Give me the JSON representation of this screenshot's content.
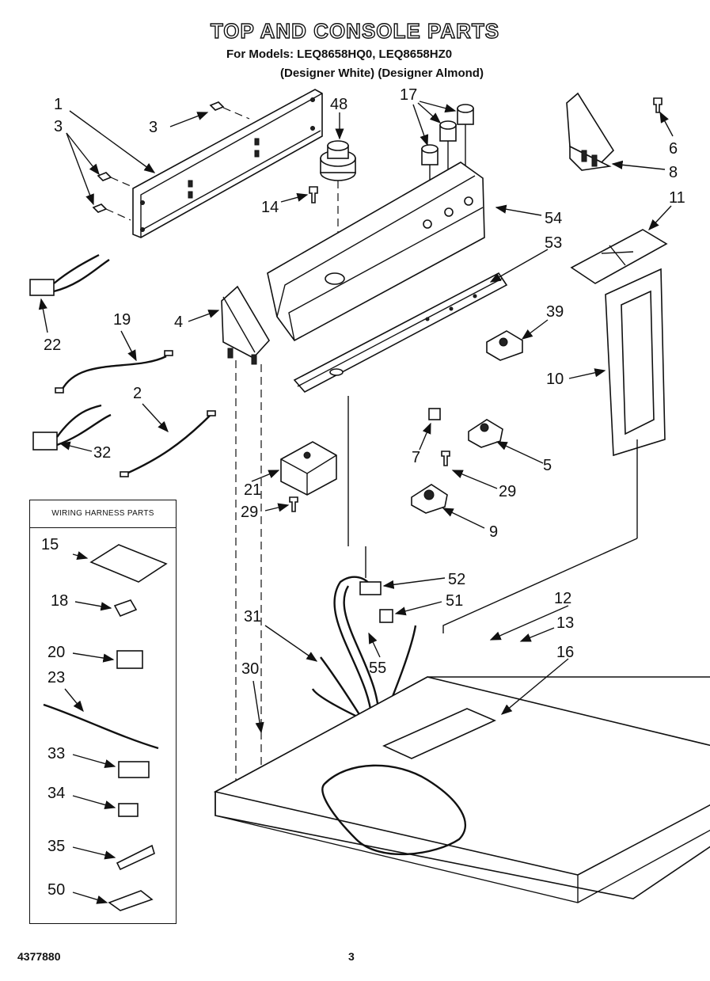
{
  "page": {
    "title": "TOP AND CONSOLE PARTS",
    "models_line": "For Models: LEQ8658HQ0, LEQ8658HZ0",
    "variants_line": "(Designer White) (Designer Almond)",
    "doc_number": "4377880",
    "page_number": "3"
  },
  "harness_box": {
    "title": "WIRING HARNESS PARTS",
    "items": [
      "15",
      "18",
      "20",
      "23",
      "33",
      "34",
      "35",
      "50"
    ]
  },
  "callouts": {
    "c1": "1",
    "c3a": "3",
    "c3b": "3",
    "c48": "48",
    "c17": "17",
    "c6": "6",
    "c8": "8",
    "c11": "11",
    "c14": "14",
    "c54": "54",
    "c53": "53",
    "c22": "22",
    "c4": "4",
    "c39": "39",
    "c19": "19",
    "c10": "10",
    "c2": "2",
    "c32": "32",
    "c7": "7",
    "c5": "5",
    "c21": "21",
    "c29a": "29",
    "c29b": "29",
    "c9": "9",
    "c52": "52",
    "c51": "51",
    "c12": "12",
    "c13": "13",
    "c31": "31",
    "c16": "16",
    "c30": "30",
    "c55": "55"
  }
}
